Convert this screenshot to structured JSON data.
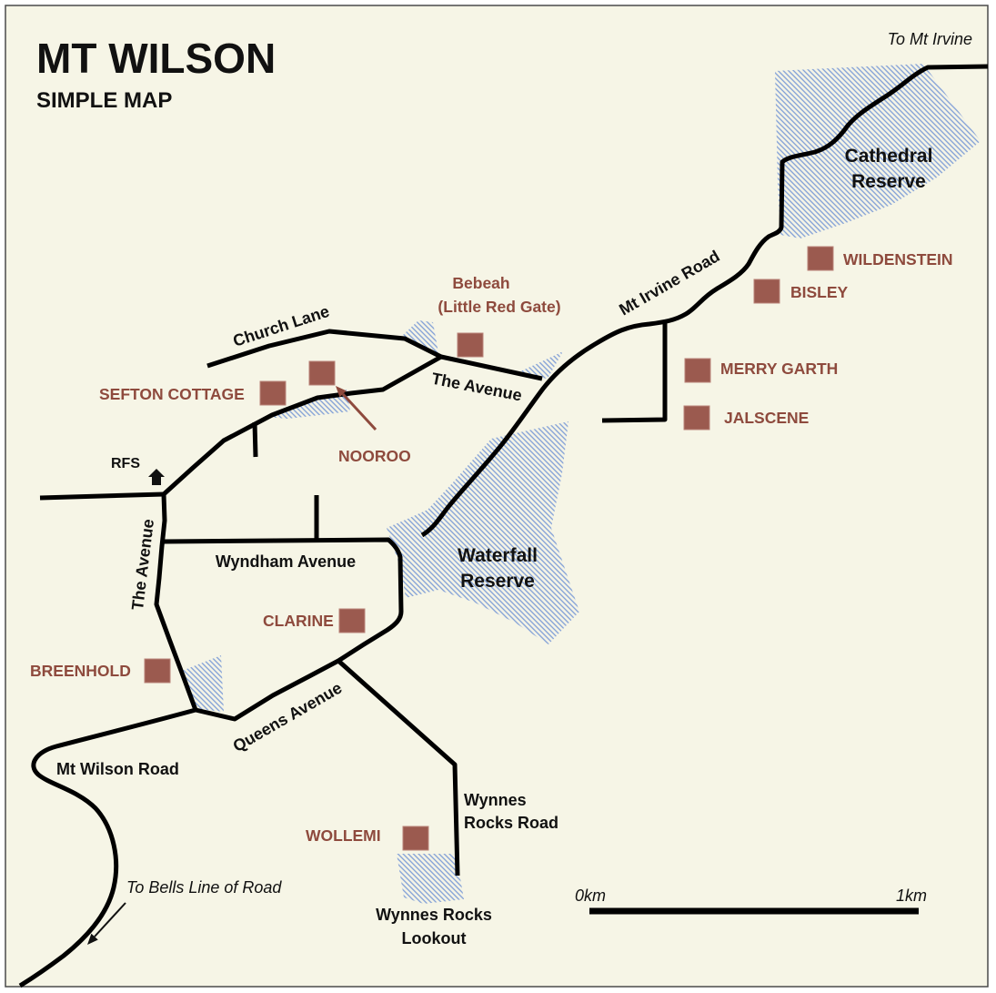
{
  "map": {
    "title": "MT WILSON",
    "subtitle": "SIMPLE MAP"
  },
  "colors": {
    "background": "#F6F5E6",
    "border": "#4A4A4A",
    "road": "#000000",
    "text": "#111111",
    "property_marker": "#9B5A4F",
    "property_label": "#8E4A3D",
    "reserve_hatch": "#7E9DD6"
  },
  "icons": {
    "rfs": "fire-station-arrow-icon",
    "bells_direction": "arrow-down-left-icon",
    "nooroo_pointer": "pointer-arrow-icon"
  },
  "directions": {
    "to_mt_irvine": "To Mt Irvine",
    "to_bells_line": "To Bells Line of Road"
  },
  "reserves": {
    "cathedral": {
      "line1": "Cathedral",
      "line2": "Reserve"
    },
    "waterfall": {
      "line1": "Waterfall",
      "line2": "Reserve"
    }
  },
  "roads": {
    "church_lane": "Church Lane",
    "the_avenue_north": "The Avenue",
    "the_avenue_west": "The Avenue",
    "mt_irvine_road": "Mt Irvine Road",
    "wyndham_avenue": "Wyndham Avenue",
    "queens_avenue": "Queens Avenue",
    "mt_wilson_road": "Mt Wilson Road",
    "wynnes_rocks_road": {
      "line1": "Wynnes",
      "line2": "Rocks Road"
    }
  },
  "properties": {
    "wildenstein": "WILDENSTEIN",
    "bisley": "BISLEY",
    "bebeah": {
      "line1": "Bebeah",
      "line2": "(Little Red Gate)"
    },
    "merry_garth": "MERRY GARTH",
    "jalscene": "JALSCENE",
    "sefton_cottage": "SEFTON COTTAGE",
    "nooroo": "NOOROO",
    "clarine": "CLARINE",
    "breenhold": "BREENHOLD",
    "wollemi": "WOLLEMI"
  },
  "landmarks": {
    "rfs": "RFS",
    "lookout": {
      "line1": "Wynnes Rocks",
      "line2": "Lookout"
    }
  },
  "scale_bar": {
    "start_label": "0km",
    "end_label": "1km"
  }
}
